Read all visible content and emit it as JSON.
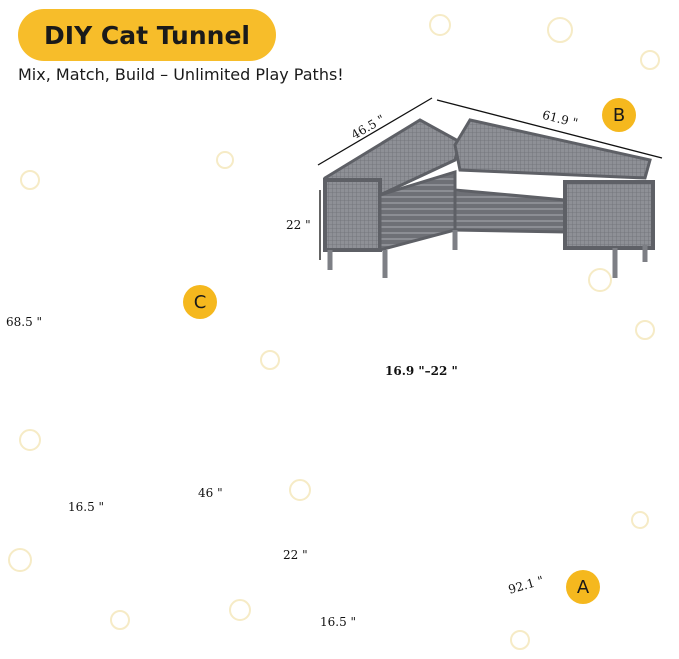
{
  "header": {
    "title": "DIY Cat Tunnel",
    "subtitle": "Mix, Match, Build – Unlimited Play Paths!"
  },
  "configs": {
    "a": {
      "label": "A",
      "height": "22 \"",
      "length": "92.1 \"",
      "depth": "16.5 \""
    },
    "b": {
      "label": "B",
      "height": "22 \"",
      "width": "46.5 \"",
      "length": "61.9 \""
    },
    "c": {
      "label": "C",
      "height": "68.5 \"",
      "depth": "16.5 \"",
      "length": "46 \""
    }
  },
  "detail": {
    "adjust_range": "16.9 \"–22 \""
  },
  "colors": {
    "accent": "#F7BD2A",
    "frame": "#7D7F85",
    "mesh": "#9A9CA2",
    "frame_dark": "#5E6066",
    "ruler": "#D2A21E"
  }
}
